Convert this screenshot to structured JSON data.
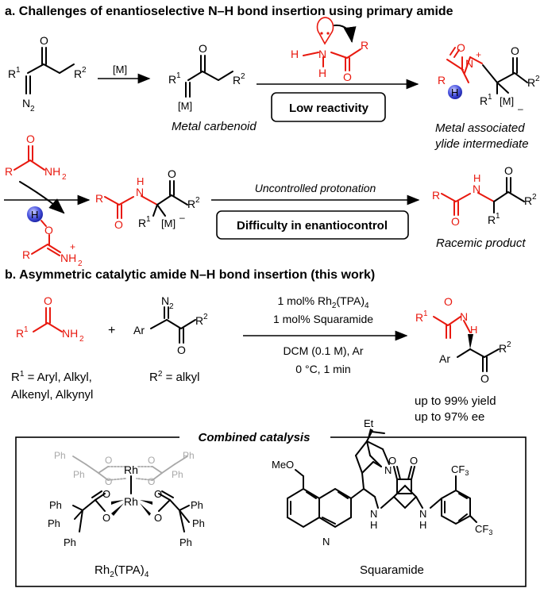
{
  "section_a": {
    "title": "a. Challenges of enantioselective N–H bond insertion using primary amide",
    "diazo_labels": {
      "r1": "R",
      "r1_sup": "1",
      "r2": "R",
      "r2_sup": "2",
      "n2": "N",
      "n2_sub": "2",
      "o": "O"
    },
    "arrow1_label": "[M]",
    "carbenoid_label": "Metal carbenoid",
    "carbenoid_atoms": {
      "r1": "R",
      "r1_sup": "1",
      "r2": "R",
      "r2_sup": "2",
      "m": "[M]",
      "o": "O"
    },
    "amide_atoms": {
      "h1": "H",
      "h2": "H",
      "n": "N",
      "r": "R",
      "o": "O"
    },
    "low_reactivity": "Low reactivity",
    "ylide_label_line1": "Metal associated",
    "ylide_label_line2": "ylide intermediate",
    "ylide_atoms": {
      "o1": "O",
      "n": "N",
      "plus": "+",
      "h": "H",
      "r": "R",
      "r1": "R",
      "r1_sup": "1",
      "m": "[M]",
      "minus": "–",
      "o2": "O",
      "r2": "R",
      "r2_sup": "2"
    },
    "primary_amide": {
      "o": "O",
      "r": "R",
      "nh2": "NH",
      "nh2_sub": "2"
    },
    "imidate": {
      "h": "H",
      "o": "O",
      "r": "R",
      "nh2": "NH",
      "nh2_sub": "2",
      "plus": "+"
    },
    "enolate": {
      "o1": "O",
      "r": "R",
      "nh": "N",
      "h": "H",
      "r1": "R",
      "r1_sup": "1",
      "m": "[M]",
      "minus": "–",
      "o2": "O",
      "r2": "R",
      "r2_sup": "2"
    },
    "uncontrolled": "Uncontrolled protonation",
    "difficulty": "Difficulty in enantiocontrol",
    "racemic_label": "Racemic product",
    "racemic_atoms": {
      "o1": "O",
      "r": "R",
      "nh": "N",
      "h": "H",
      "r1": "R",
      "r1_sup": "1",
      "o2": "O",
      "r2": "R",
      "r2_sup": "2"
    }
  },
  "section_b": {
    "title": "b. Asymmetric catalytic amide N–H bond insertion (this work)",
    "amide": {
      "o": "O",
      "r1": "R",
      "r1_sup": "1",
      "nh2": "NH",
      "nh2_sub": "2"
    },
    "plus": "+",
    "diazo": {
      "n2": "N",
      "n2_sub": "2",
      "ar": "Ar",
      "r2": "R",
      "r2_sup": "2",
      "o": "O"
    },
    "conditions": {
      "line1": "1 mol% Rh",
      "line1_sub": "2",
      "line1_end": "(TPA)",
      "line1_sub2": "4",
      "line2": "1 mol% Squaramide",
      "line3": "DCM (0.1 M), Ar",
      "line4": "0 °C, 1 min"
    },
    "r1_def_a": "R",
    "r1_def_sup": "1",
    "r1_def_b": " = Aryl, Alkyl,",
    "r1_def_c": "Alkenyl, Alkynyl",
    "r2_def_a": "R",
    "r2_def_sup": "2",
    "r2_def_b": " = alkyl",
    "product": {
      "o1": "O",
      "r1": "R",
      "r1_sup": "1",
      "nh": "N",
      "h": "H",
      "ar": "Ar",
      "o2": "O",
      "r2": "R",
      "r2_sup": "2"
    },
    "yield": "up to 99% yield",
    "ee": "up to 97% ee"
  },
  "combined": {
    "title": "Combined catalysis",
    "rh_label": "Rh",
    "rh_label_sub": "2",
    "rh_label_end": "(TPA)",
    "rh_label_sub2": "4",
    "squaramide_label": "Squaramide",
    "rh_atoms": {
      "rh": "Rh",
      "o": "O",
      "ph": "Ph"
    },
    "sq_atoms": {
      "et": "Et",
      "meo": "MeO",
      "n": "N",
      "h": "H",
      "o": "O",
      "cf3": "CF",
      "cf3_sub": "3"
    }
  }
}
